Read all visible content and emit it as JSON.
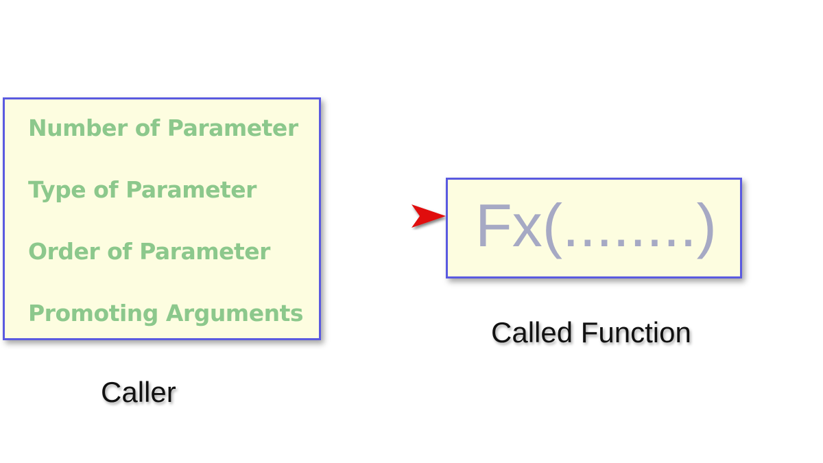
{
  "caller": {
    "items": [
      "Number of Parameter",
      "Type of Parameter",
      "Order of Parameter",
      "Promoting Arguments"
    ],
    "label": "Caller"
  },
  "called": {
    "signature": "Fx(........)",
    "label": "Called Function"
  },
  "colors": {
    "box_border": "#5a5ae0",
    "box_fill": "#fdfde0",
    "item_text": "#8cc88c",
    "arrow": "#e01010"
  }
}
